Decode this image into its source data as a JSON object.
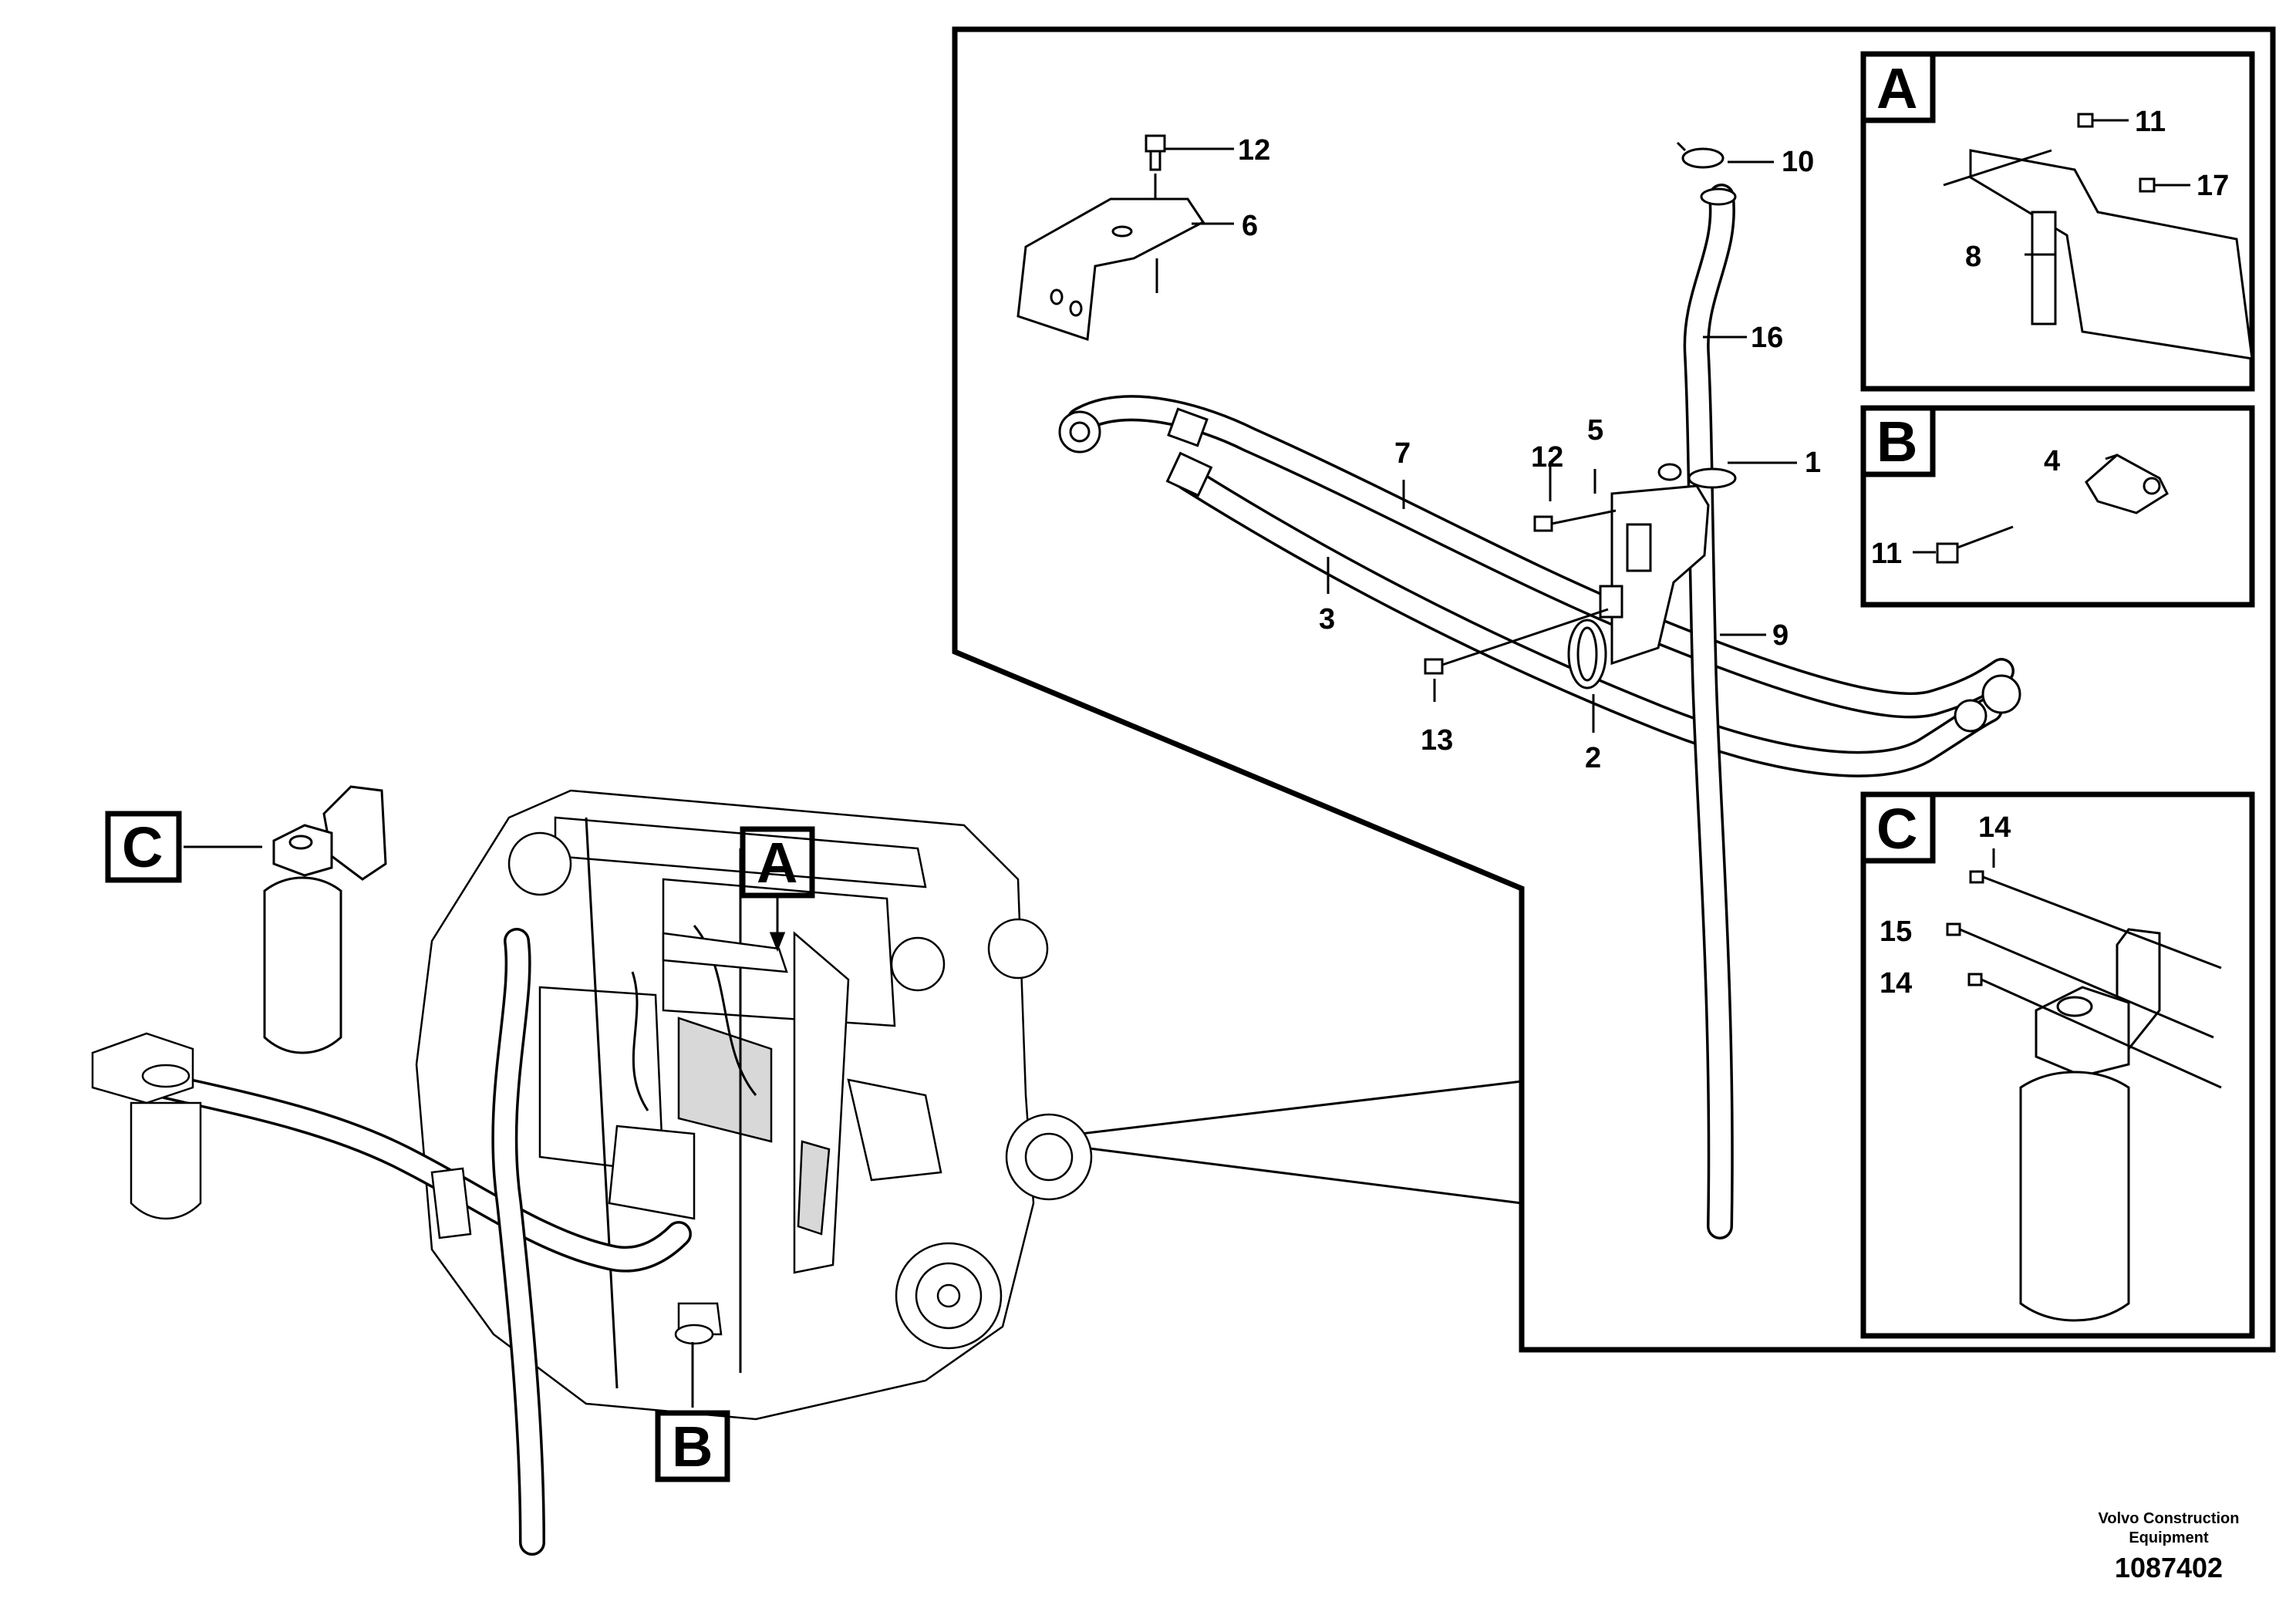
{
  "callouts": {
    "c1": "1",
    "c2": "2",
    "c3": "3",
    "c4": "4",
    "c5": "5",
    "c6": "6",
    "c7": "7",
    "c8": "8",
    "c9": "9",
    "c10": "10",
    "c11": "11",
    "c12": "12",
    "c13": "13",
    "c14": "14",
    "c15": "15",
    "c16": "16",
    "c17": "17"
  },
  "views": {
    "a": "A",
    "b": "B",
    "c": "C"
  },
  "credit": {
    "line1": "Volvo Construction",
    "line2": "Equipment",
    "drawing_number": "1087402"
  }
}
